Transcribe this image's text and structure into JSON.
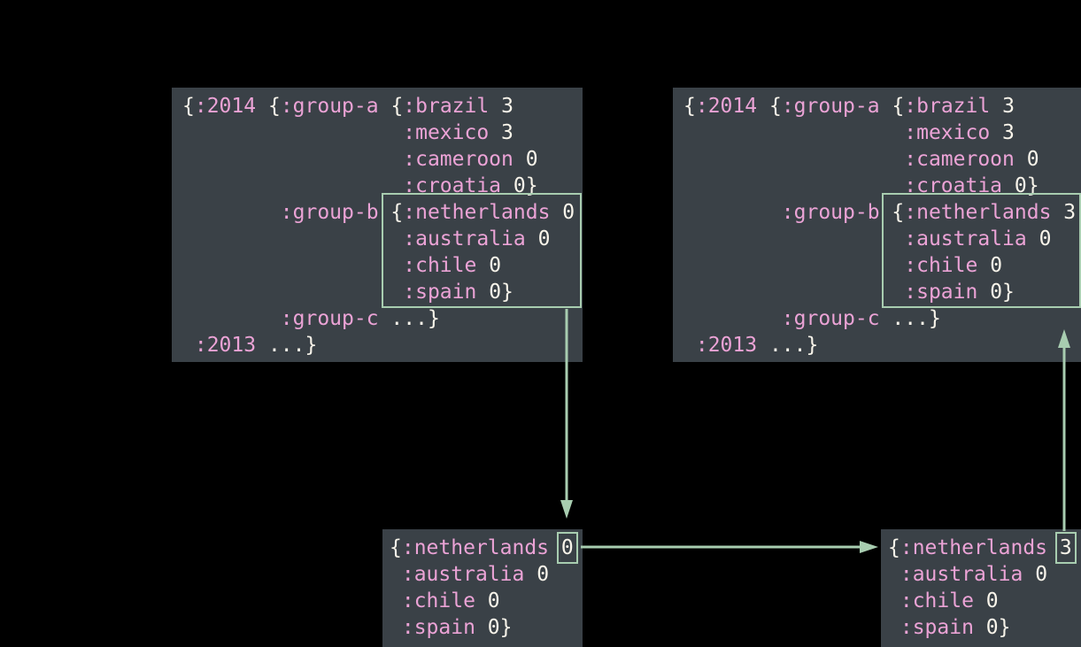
{
  "palette": {
    "page_bg": "#000000",
    "block_bg": "#3a4147",
    "keyword_pink": "#eba3d6",
    "plain_text": "#f8f4ea",
    "accent_green": "#a8cdb0"
  },
  "arrows": [
    {
      "name": "extract-arrow",
      "direction": "down"
    },
    {
      "name": "update-arrow",
      "direction": "right"
    },
    {
      "name": "insert-arrow",
      "direction": "up"
    }
  ],
  "blocks": {
    "top_left": {
      "lines": [
        [
          {
            "c": "p",
            "t": "{"
          },
          {
            "c": "k",
            "t": ":2014"
          },
          {
            "c": "p",
            "t": " {"
          },
          {
            "c": "k",
            "t": ":group-a"
          },
          {
            "c": "p",
            "t": " {"
          },
          {
            "c": "k",
            "t": ":brazil"
          },
          {
            "c": "p",
            "t": " 3"
          }
        ],
        [
          {
            "c": "p",
            "t": "                  "
          },
          {
            "c": "k",
            "t": ":mexico"
          },
          {
            "c": "p",
            "t": " 3"
          }
        ],
        [
          {
            "c": "p",
            "t": "                  "
          },
          {
            "c": "k",
            "t": ":cameroon"
          },
          {
            "c": "p",
            "t": " 0"
          }
        ],
        [
          {
            "c": "p",
            "t": "                  "
          },
          {
            "c": "k",
            "t": ":croatia"
          },
          {
            "c": "p",
            "t": " 0}"
          }
        ],
        [
          {
            "c": "p",
            "t": "        "
          },
          {
            "c": "k",
            "t": ":group-b"
          },
          {
            "c": "p",
            "t": " {"
          },
          {
            "c": "k",
            "t": ":netherlands"
          },
          {
            "c": "p",
            "t": " 0"
          }
        ],
        [
          {
            "c": "p",
            "t": "                  "
          },
          {
            "c": "k",
            "t": ":australia"
          },
          {
            "c": "p",
            "t": " 0"
          }
        ],
        [
          {
            "c": "p",
            "t": "                  "
          },
          {
            "c": "k",
            "t": ":chile"
          },
          {
            "c": "p",
            "t": " 0"
          }
        ],
        [
          {
            "c": "p",
            "t": "                  "
          },
          {
            "c": "k",
            "t": ":spain"
          },
          {
            "c": "p",
            "t": " 0}"
          }
        ],
        [
          {
            "c": "p",
            "t": "        "
          },
          {
            "c": "k",
            "t": ":group-c"
          },
          {
            "c": "p",
            "t": " ...}"
          }
        ],
        [
          {
            "c": "p",
            "t": " "
          },
          {
            "c": "k",
            "t": ":2013"
          },
          {
            "c": "p",
            "t": " ...}"
          }
        ]
      ]
    },
    "top_right": {
      "lines": [
        [
          {
            "c": "p",
            "t": "{"
          },
          {
            "c": "k",
            "t": ":2014"
          },
          {
            "c": "p",
            "t": " {"
          },
          {
            "c": "k",
            "t": ":group-a"
          },
          {
            "c": "p",
            "t": " {"
          },
          {
            "c": "k",
            "t": ":brazil"
          },
          {
            "c": "p",
            "t": " 3"
          }
        ],
        [
          {
            "c": "p",
            "t": "                  "
          },
          {
            "c": "k",
            "t": ":mexico"
          },
          {
            "c": "p",
            "t": " 3"
          }
        ],
        [
          {
            "c": "p",
            "t": "                  "
          },
          {
            "c": "k",
            "t": ":cameroon"
          },
          {
            "c": "p",
            "t": " 0"
          }
        ],
        [
          {
            "c": "p",
            "t": "                  "
          },
          {
            "c": "k",
            "t": ":croatia"
          },
          {
            "c": "p",
            "t": " 0}"
          }
        ],
        [
          {
            "c": "p",
            "t": "        "
          },
          {
            "c": "k",
            "t": ":group-b"
          },
          {
            "c": "p",
            "t": " {"
          },
          {
            "c": "k",
            "t": ":netherlands"
          },
          {
            "c": "p",
            "t": " 3"
          }
        ],
        [
          {
            "c": "p",
            "t": "                  "
          },
          {
            "c": "k",
            "t": ":australia"
          },
          {
            "c": "p",
            "t": " 0"
          }
        ],
        [
          {
            "c": "p",
            "t": "                  "
          },
          {
            "c": "k",
            "t": ":chile"
          },
          {
            "c": "p",
            "t": " 0"
          }
        ],
        [
          {
            "c": "p",
            "t": "                  "
          },
          {
            "c": "k",
            "t": ":spain"
          },
          {
            "c": "p",
            "t": " 0}"
          }
        ],
        [
          {
            "c": "p",
            "t": "        "
          },
          {
            "c": "k",
            "t": ":group-c"
          },
          {
            "c": "p",
            "t": " ...}"
          }
        ],
        [
          {
            "c": "p",
            "t": " "
          },
          {
            "c": "k",
            "t": ":2013"
          },
          {
            "c": "p",
            "t": " ...}"
          }
        ]
      ]
    },
    "bottom_left": {
      "lines": [
        [
          {
            "c": "p",
            "t": "{"
          },
          {
            "c": "k",
            "t": ":netherlands"
          },
          {
            "c": "p",
            "t": " "
          },
          {
            "c": "p",
            "t": "0",
            "box": true
          }
        ],
        [
          {
            "c": "p",
            "t": " "
          },
          {
            "c": "k",
            "t": ":australia"
          },
          {
            "c": "p",
            "t": " 0"
          }
        ],
        [
          {
            "c": "p",
            "t": " "
          },
          {
            "c": "k",
            "t": ":chile"
          },
          {
            "c": "p",
            "t": " 0"
          }
        ],
        [
          {
            "c": "p",
            "t": " "
          },
          {
            "c": "k",
            "t": ":spain"
          },
          {
            "c": "p",
            "t": " 0}"
          }
        ]
      ]
    },
    "bottom_right": {
      "lines": [
        [
          {
            "c": "p",
            "t": "{"
          },
          {
            "c": "k",
            "t": ":netherlands"
          },
          {
            "c": "p",
            "t": " "
          },
          {
            "c": "p",
            "t": "3",
            "box": true
          }
        ],
        [
          {
            "c": "p",
            "t": " "
          },
          {
            "c": "k",
            "t": ":australia"
          },
          {
            "c": "p",
            "t": " 0"
          }
        ],
        [
          {
            "c": "p",
            "t": " "
          },
          {
            "c": "k",
            "t": ":chile"
          },
          {
            "c": "p",
            "t": " 0"
          }
        ],
        [
          {
            "c": "p",
            "t": " "
          },
          {
            "c": "k",
            "t": ":spain"
          },
          {
            "c": "p",
            "t": " 0}"
          }
        ]
      ]
    }
  }
}
